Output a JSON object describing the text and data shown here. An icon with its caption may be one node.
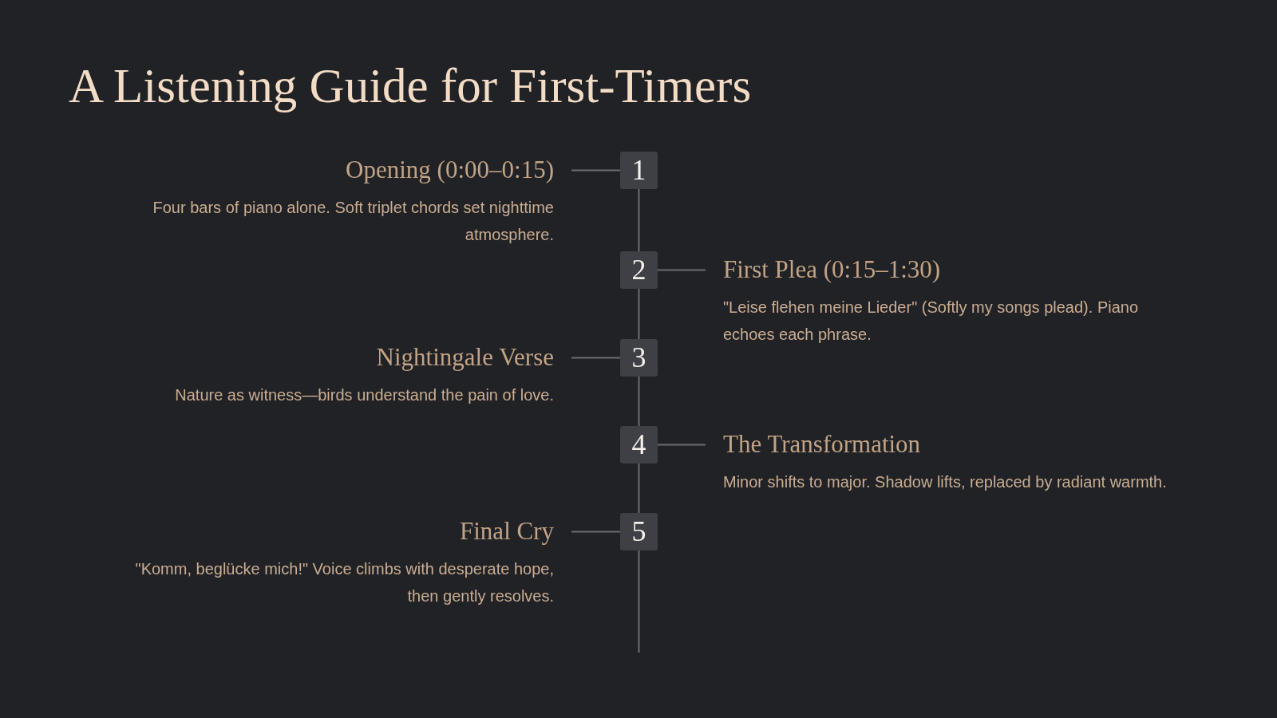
{
  "diagram": {
    "title": "A Listening Guide for First-Timers",
    "nodes": [
      {
        "text": [
          "Opening (0:00–0:15)",
          "Four bars of piano alone. Soft triplet chords set nighttime atmosphere."
        ]
      },
      {
        "text": [
          "1"
        ]
      },
      {
        "text": [
          "2"
        ]
      },
      {
        "text": [
          "First Plea (0:15–1:30)",
          "\"Leise flehen meine Lieder\" (Softly my songs plead). Piano echoes each phrase."
        ]
      },
      {
        "text": [
          "Nightingale Verse",
          "Nature as witness—birds understand the pain of love."
        ]
      },
      {
        "text": [
          "3"
        ]
      },
      {
        "text": [
          "4"
        ]
      },
      {
        "text": [
          "The Transformation",
          "Minor shifts to major. Shadow lifts, replaced by radiant warmth."
        ]
      },
      {
        "text": [
          "Final Cry",
          "\"Komm, beglücke mich!\" Voice climbs with desperate hope, then gently resolves."
        ]
      },
      {
        "text": [
          "5"
        ]
      }
    ],
    "edges": [
      {
        "from": 0,
        "to": 1,
        "arrow": "none"
      },
      {
        "from": 1,
        "to": 2,
        "arrow": "none"
      },
      {
        "from": 2,
        "to": 3,
        "arrow": "none"
      },
      {
        "from": 2,
        "to": 5,
        "arrow": "none"
      },
      {
        "from": 4,
        "to": 5,
        "arrow": "none"
      },
      {
        "from": 5,
        "to": 6,
        "arrow": "none"
      },
      {
        "from": 6,
        "to": 7,
        "arrow": "none"
      },
      {
        "from": 6,
        "to": 9,
        "arrow": "none"
      },
      {
        "from": 8,
        "to": 9,
        "arrow": "none"
      },
      {
        "from": 9,
        "to": null,
        "arrow": "none"
      }
    ]
  }
}
